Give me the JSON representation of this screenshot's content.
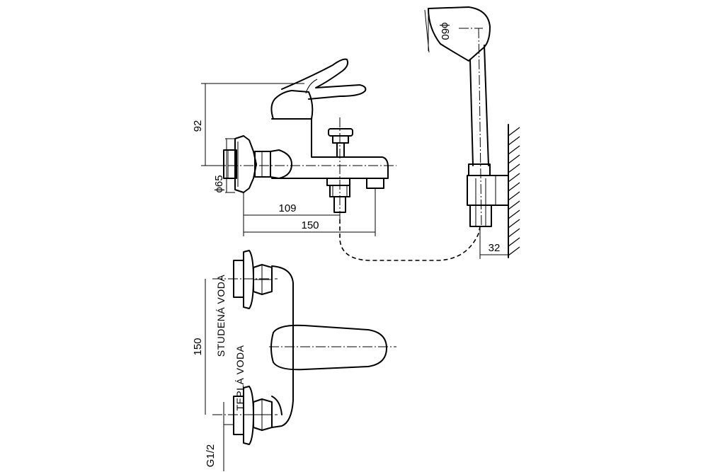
{
  "dimensions": {
    "height_lever": "92",
    "diameter_rosette": "ϕ65",
    "spout_depth": "109",
    "total_depth": "150",
    "wall_offset": "32",
    "diameter_handshower": "ϕ60",
    "inlet_spacing": "150",
    "thread": "G1/2"
  },
  "labels": {
    "cold_water": "STUDENÁ VODA",
    "hot_water": "TEPLÁ VODA"
  },
  "colors": {
    "line": "#000000",
    "background": "#ffffff"
  }
}
